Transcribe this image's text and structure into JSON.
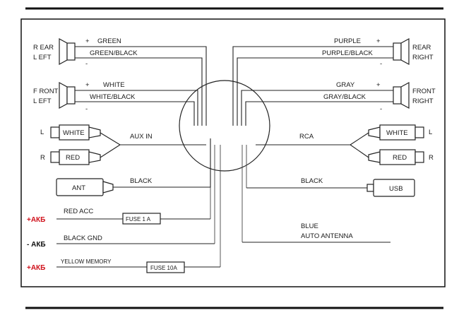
{
  "speakers": {
    "rear_left": {
      "label_line1": "R EAR",
      "label_line2": "L EFT",
      "wire_pos": "GREEN",
      "wire_neg": "GREEN/BLACK"
    },
    "front_left": {
      "label_line1": "F RONT",
      "label_line2": "L EFT",
      "wire_pos": "WHITE",
      "wire_neg": "WHITE/BLACK"
    },
    "rear_right": {
      "label_line1": "REAR",
      "label_line2": "RIGHT",
      "wire_pos": "PURPLE",
      "wire_neg": "PURPLE/BLACK"
    },
    "front_right": {
      "label_line1": "FRONT",
      "label_line2": "RIGHT",
      "wire_pos": "GRAY",
      "wire_neg": "GRAY/BLACK"
    },
    "plus_sign": "+",
    "minus_sign": "-"
  },
  "aux_in": {
    "label": "AUX IN",
    "left_channel_letter": "L",
    "right_channel_letter": "R",
    "left_plug": "WHITE",
    "right_plug": "RED"
  },
  "rca": {
    "label": "RCA",
    "left_channel_letter": "L",
    "right_channel_letter": "R",
    "left_plug": "WHITE",
    "right_plug": "RED"
  },
  "antenna": {
    "plug_label": "ANT",
    "wire_label": "BLACK"
  },
  "usb": {
    "plug_label": "USB",
    "wire_label": "BLACK"
  },
  "power": {
    "acc": {
      "battery_label": "+АКБ",
      "wire_label": "RED  ACC",
      "fuse_label": "FUSE   1 A"
    },
    "gnd": {
      "battery_label": "- АКБ",
      "wire_label": "BLACK  GND"
    },
    "memory": {
      "battery_label": "+АКБ",
      "wire_label": "YELLOW MEMORY",
      "fuse_label": "FUSE  10A"
    }
  },
  "auto_antenna": {
    "line1": "BLUE",
    "line2": "AUTO ANTENNA"
  },
  "colors": {
    "line": "#222222",
    "battery_positive": "#d0111b",
    "battery_negative": "#111111",
    "background": "#ffffff"
  }
}
